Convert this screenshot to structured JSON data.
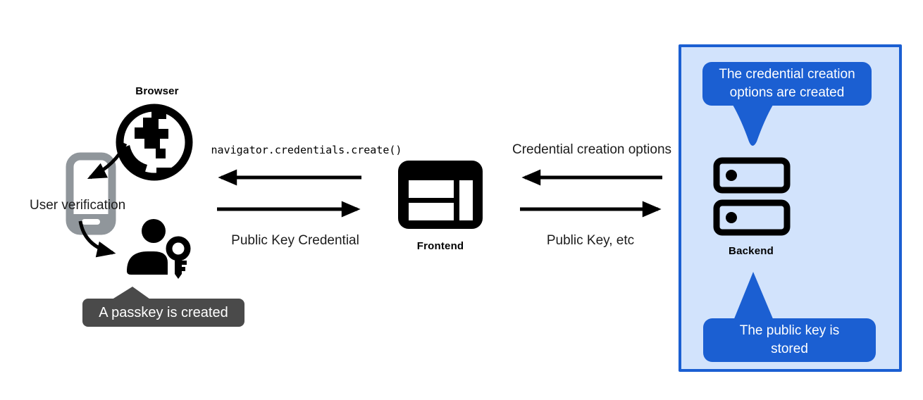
{
  "colors": {
    "accent": "#1b5fd2",
    "panel_bg": "#d2e3fc",
    "tooltip_dark": "#4a4a4a",
    "phone_gray": "#90969b",
    "ink": "#1c1c1c"
  },
  "browser": {
    "label": "Browser",
    "verification_label": "User verification",
    "tooltip": "A passkey is created"
  },
  "frontend": {
    "label": "Frontend",
    "request_label": "navigator.credentials.create()",
    "response_label": "Public Key Credential"
  },
  "backend": {
    "label": "Backend",
    "request_label": "Credential creation options",
    "response_label": "Public Key, etc",
    "top_tooltip": "The credential creation\noptions are created",
    "bottom_tooltip": "The public key is\nstored"
  }
}
